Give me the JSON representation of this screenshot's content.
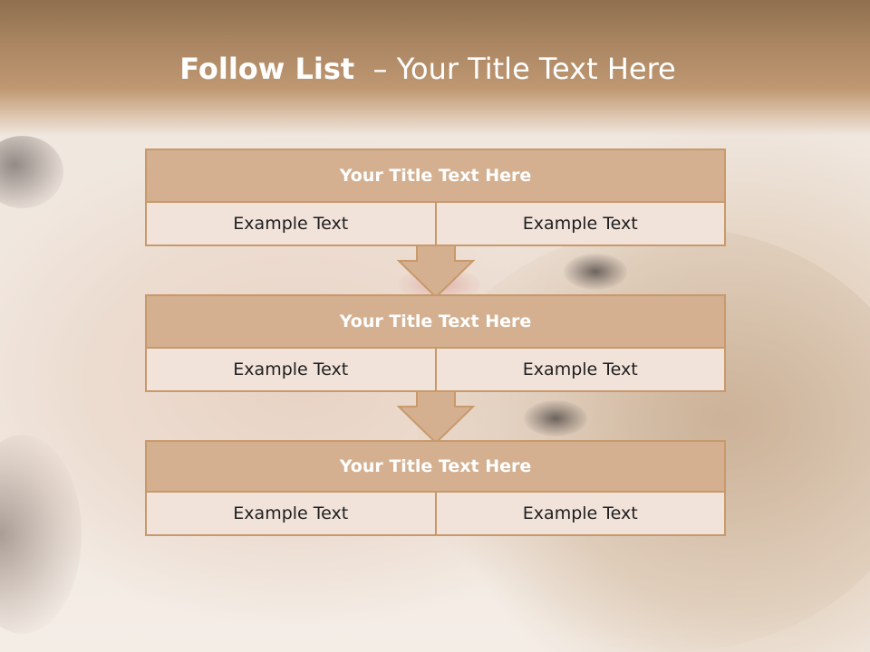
{
  "slide": {
    "title_bold": "Follow List",
    "title_rest": "– Your Title Text Here"
  },
  "blocks": [
    {
      "title": "Your Title Text Here",
      "left": "Example Text",
      "right": "Example Text"
    },
    {
      "title": "Your Title Text Here",
      "left": "Example Text",
      "right": "Example Text"
    },
    {
      "title": "Your Title Text Here",
      "left": "Example Text",
      "right": "Example Text"
    }
  ],
  "colors": {
    "band": "#a98461",
    "header_fill": "#d4b090",
    "border": "#c8996b",
    "cell_fill": "#efe1d6"
  }
}
